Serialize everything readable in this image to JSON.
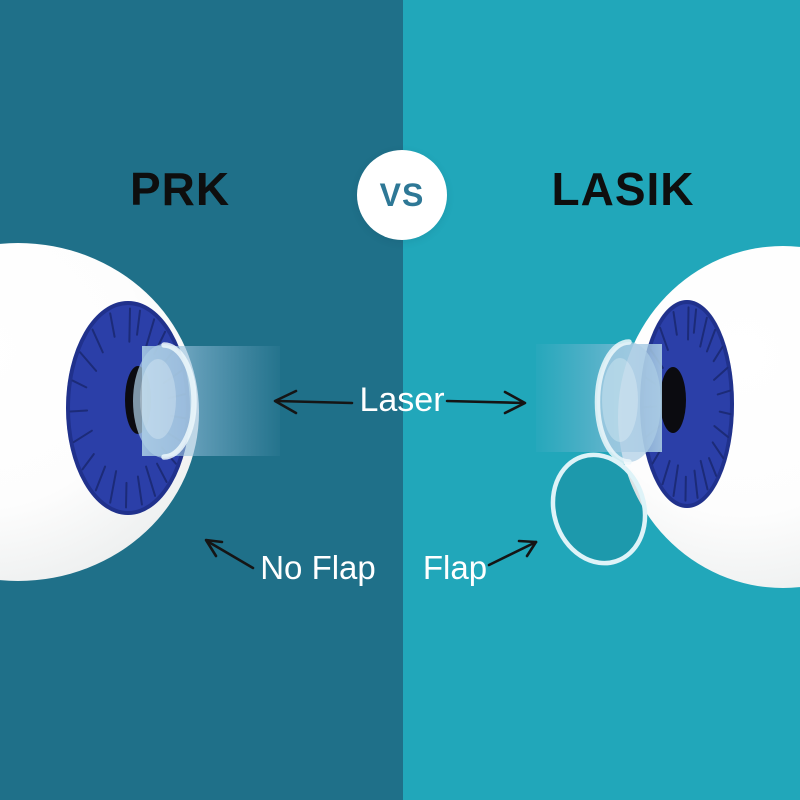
{
  "left_panel": {
    "title": "PRK",
    "annotation": "No Flap"
  },
  "right_panel": {
    "title": "LASIK",
    "annotation": "Flap"
  },
  "center": {
    "vs_label": "VS",
    "laser_label": "Laser"
  },
  "colors": {
    "left_bg": "#1F7089",
    "right_bg": "#21A7BA",
    "vs_text": "#2E7896",
    "title_text": "#0E0E0E",
    "label_text": "#FFFFFF",
    "arrow": "#151515",
    "iris": "#2B3FA8",
    "iris_streak": "#1C2B78",
    "pupil": "#0B0B10",
    "flap_outline": "#DEF3F8"
  }
}
